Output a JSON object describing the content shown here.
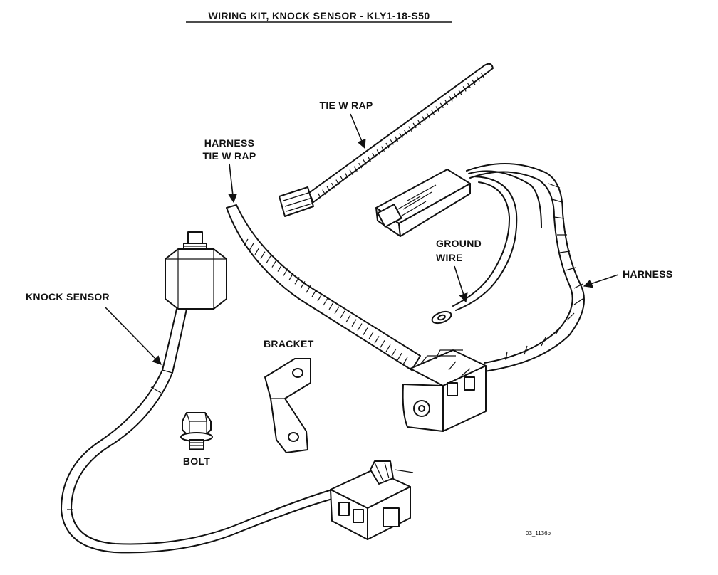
{
  "title": "WIRING KIT, KNOCK SENSOR - KLY1-18-S50",
  "labels": {
    "tie_wrap": "TIE W RAP",
    "harness_tie_wrap_line1": "HARNESS",
    "harness_tie_wrap_line2": "TIE W RAP",
    "ground_wire_line1": "GROUND",
    "ground_wire_line2": "WIRE",
    "harness": "HARNESS",
    "knock_sensor": "KNOCK SENSOR",
    "bracket": "BRACKET",
    "bolt": "BOLT"
  },
  "figure_code": "03_1136b"
}
